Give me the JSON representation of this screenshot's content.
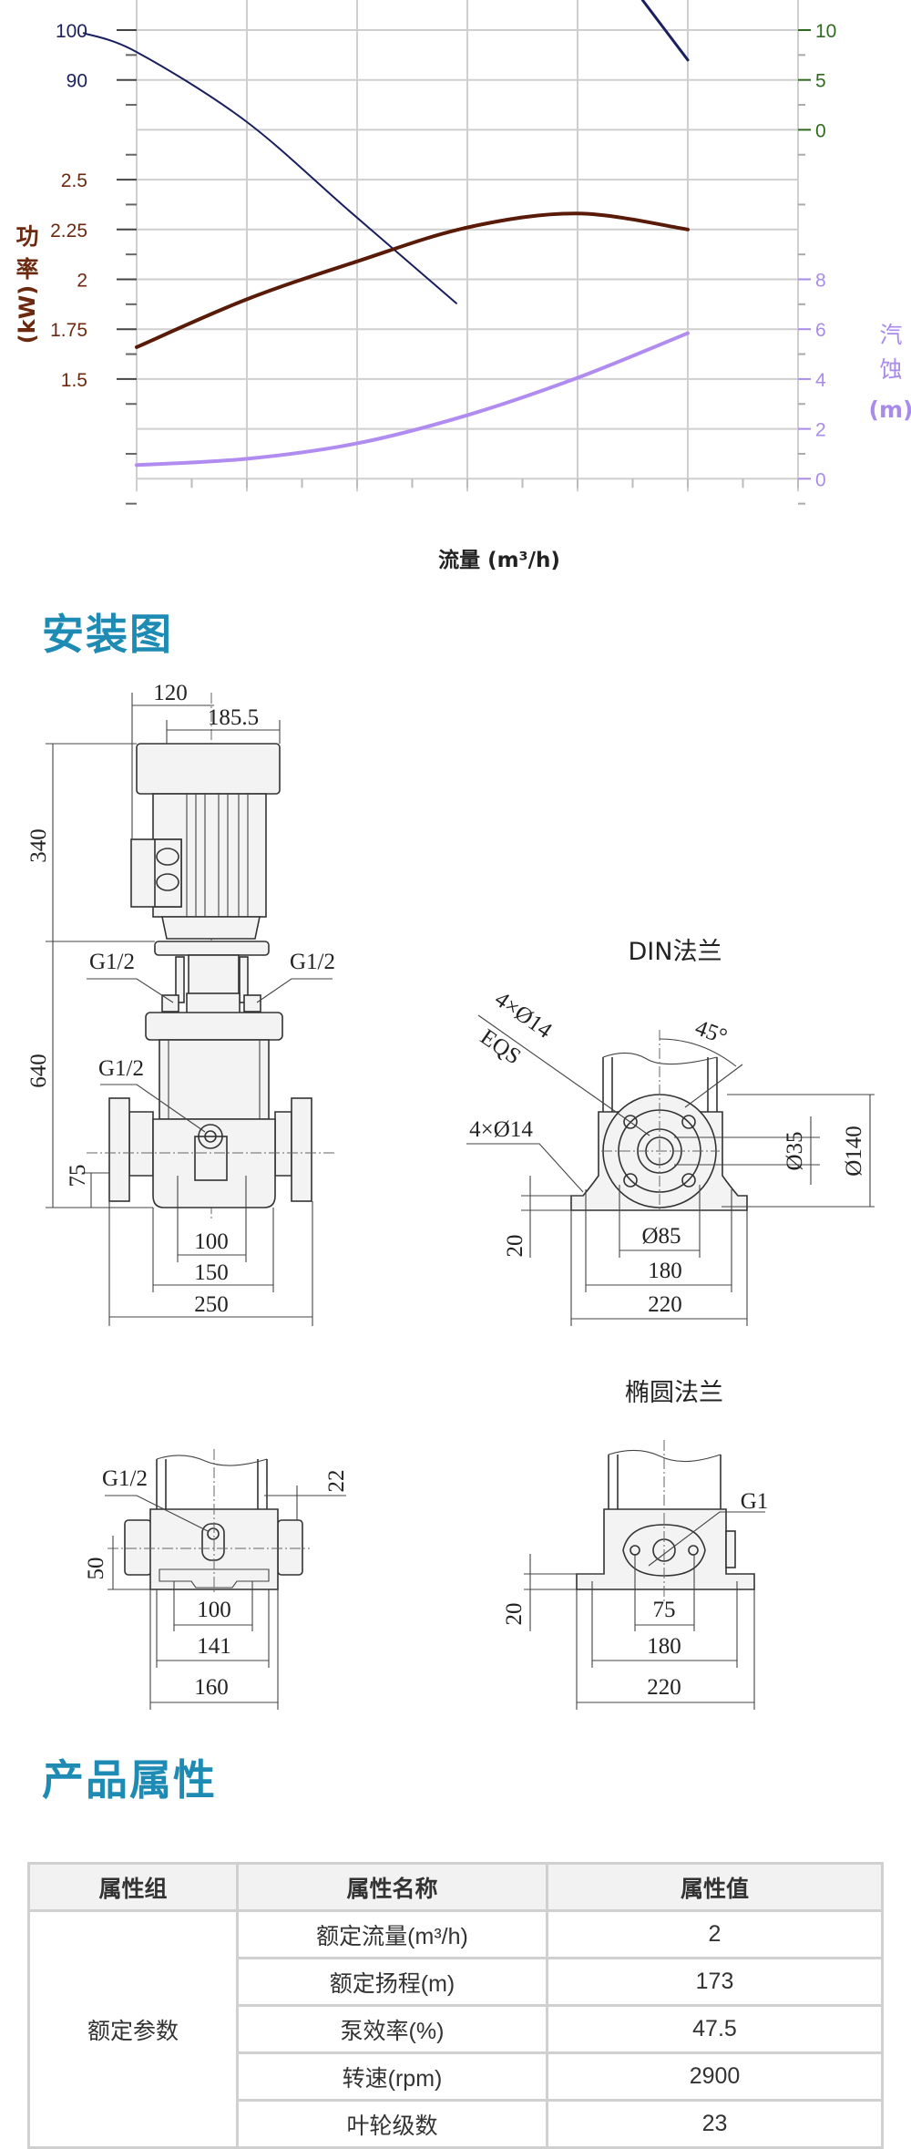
{
  "chart_data": {
    "type": "line",
    "title": "",
    "xlabel": "流量 (m³/h)",
    "x_grid_units": [
      0,
      6
    ],
    "axes": {
      "left_head": {
        "ticks": [
          "100",
          "90"
        ],
        "values": [
          100,
          90
        ],
        "color": "#1a1f5e"
      },
      "left_power": {
        "label_chars": [
          "功",
          "率"
        ],
        "label_unit": "(kW)",
        "ticks": [
          "2.5",
          "2.25",
          "2",
          "1.75",
          "1.5"
        ],
        "values": [
          2.5,
          2.25,
          2,
          1.75,
          1.5
        ],
        "color": "#6b2a10"
      },
      "right_eff": {
        "ticks": [
          "10",
          "5",
          "0"
        ],
        "values": [
          10,
          5,
          0
        ],
        "color": "#2e6b1e"
      },
      "right_npsh": {
        "label_chars": [
          "汽",
          "蚀"
        ],
        "label_unit": "(m)",
        "ticks": [
          "8",
          "6",
          "4",
          "2",
          "0"
        ],
        "values": [
          8,
          6,
          4,
          2,
          0
        ],
        "color": "#a98be8"
      }
    },
    "series": [
      {
        "name": "head",
        "axis": "left_head",
        "color": "#1a1f5e",
        "x": [
          -0.48,
          0,
          0.98,
          1.93,
          2.9
        ],
        "y": [
          99.4,
          95.6,
          81.9,
          63.7,
          45.2
        ]
      },
      {
        "name": "efficiency",
        "axis": "right_eff",
        "color": "#1a1f5e",
        "x": [
          4.59,
          5.0
        ],
        "y": [
          13,
          7
        ]
      },
      {
        "name": "power",
        "axis": "left_power",
        "color": "#5a1a08",
        "x": [
          0,
          1,
          2,
          3,
          4,
          5
        ],
        "y": [
          1.66,
          1.9,
          2.09,
          2.26,
          2.33,
          2.25
        ]
      },
      {
        "name": "npsh",
        "axis": "right_npsh",
        "color": "#b08cf0",
        "x": [
          0,
          1,
          2,
          3,
          4,
          5
        ],
        "y": [
          0.55,
          0.8,
          1.42,
          2.55,
          4.05,
          5.84
        ]
      }
    ],
    "grid": true
  },
  "sections": {
    "install_title": "安装图",
    "props_title": "产品属性"
  },
  "drawings": {
    "main": {
      "d120": "120",
      "d185": "185.5",
      "d340": "340",
      "d640": "640",
      "d75": "75",
      "d100": "100",
      "d150": "150",
      "d250": "250",
      "g_left": "G1/2",
      "g_right": "G1/2",
      "g_lower": "G1/2"
    },
    "din": {
      "title": "DIN法兰",
      "bolts_top": "4×Ø14",
      "eqs": "EQS",
      "angle": "45°",
      "bolts": "4×Ø14",
      "d35": "Ø35",
      "d140": "Ø140",
      "d20": "20",
      "d85": "Ø85",
      "d180": "180",
      "d220": "220"
    },
    "side": {
      "g": "G1/2",
      "d22": "22",
      "d50": "50",
      "d100": "100",
      "d141": "141",
      "d160": "160"
    },
    "oval": {
      "title": "椭圆法兰",
      "g": "G1",
      "d20": "20",
      "d75": "75",
      "d180": "180",
      "d220": "220"
    }
  },
  "table": {
    "headers": [
      "属性组",
      "属性名称",
      "属性值"
    ],
    "group": "额定参数",
    "rows": [
      {
        "name": "额定流量(m³/h)",
        "value": "2"
      },
      {
        "name": "额定扬程(m)",
        "value": "173"
      },
      {
        "name": "泵效率(%)",
        "value": "47.5"
      },
      {
        "name": "转速(rpm)",
        "value": "2900"
      },
      {
        "name": "叶轮级数",
        "value": "23"
      }
    ]
  }
}
